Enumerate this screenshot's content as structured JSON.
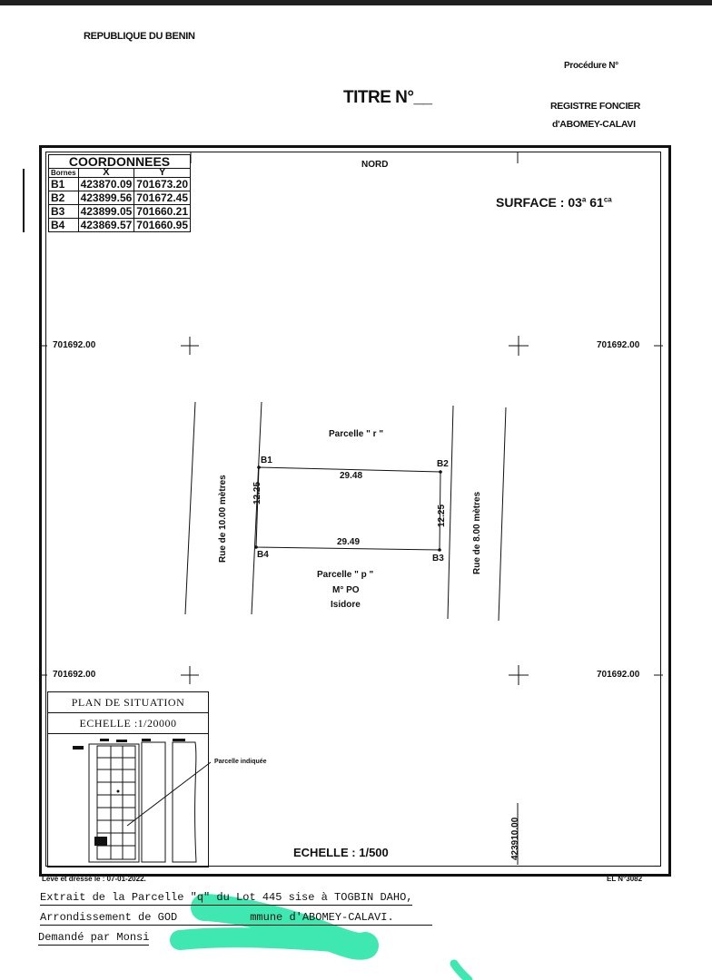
{
  "header": {
    "country": "REPUBLIQUE DU BENIN",
    "procedure": "Procédure N°",
    "titre": "TITRE N°__",
    "registre_line1": "REGISTRE FONCIER",
    "registre_line2": "d'ABOMEY-CALAVI"
  },
  "coordinates": {
    "title": "COORDONNEES",
    "col_bornes": "Bornes",
    "col_x": "X",
    "col_y": "Y",
    "rows": [
      {
        "id": "B1",
        "x": "423870.09",
        "y": "701673.20"
      },
      {
        "id": "B2",
        "x": "423899.56",
        "y": "701672.45"
      },
      {
        "id": "B3",
        "x": "423899.05",
        "y": "701660.21"
      },
      {
        "id": "B4",
        "x": "423869.57",
        "y": "701660.95"
      }
    ]
  },
  "plan": {
    "nord": "NORD",
    "surface": "SURFACE : 03",
    "surface_a": "a",
    "surface_ca_num": "61",
    "surface_ca": "ca",
    "grid_label": "701692.00",
    "parcel_r": "Parcelle \" r \"",
    "parcel_p": "Parcelle \" p \"",
    "owner1": "M° PO",
    "owner2": "Isidore",
    "b1": "B1",
    "b2": "B2",
    "b3": "B3",
    "b4": "B4",
    "top_len": "29.48",
    "bottom_len": "29.49",
    "left_len": "12.25",
    "right_len": "12.25",
    "rue_left": "Rue de 10.00 mètres",
    "rue_right": "Rue de 8.00 mètres",
    "x_grid": "423910.00",
    "echelle": "ECHELLE : 1/500"
  },
  "situation": {
    "title": "PLAN DE SITUATION",
    "scale": "ECHELLE :1/20000",
    "pointer": "Parcelle indiquée"
  },
  "footer": {
    "leve": "Levé et dressé le : 07-01-2022.",
    "el": "EL N°3082",
    "line1": "Extrait de la Parcelle \"q\" du Lot 445 sise à TOGBIN DAHO,",
    "line2a": "Arrondissement de GOD",
    "line2b": "mmune d'ABOMEY-CALAVI.",
    "line3": "Demandé par Monsi"
  },
  "colors": {
    "redaction": "#3ee8b0",
    "ink": "#111111"
  }
}
